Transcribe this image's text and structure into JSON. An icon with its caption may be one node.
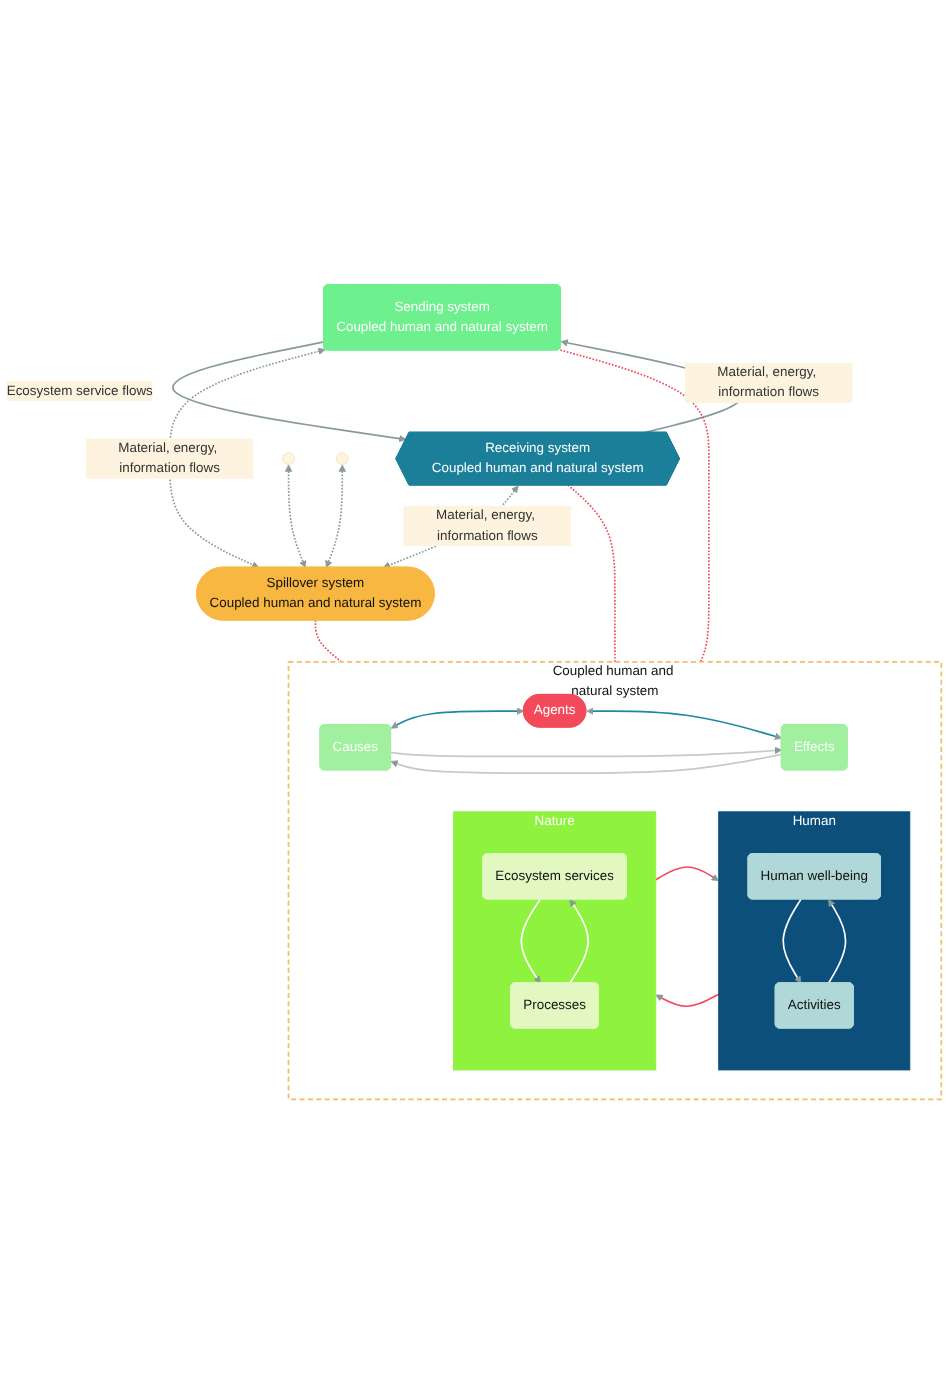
{
  "diagram": {
    "nodes": [
      {
        "text": [
          "Sending system",
          "Coupled human and natural system"
        ]
      },
      {
        "text": [
          "Receiving system",
          "Coupled human and natural system"
        ]
      },
      {
        "text": [
          "Spillover system",
          "Coupled human and natural system"
        ]
      },
      {
        "text": [
          "Coupled human and natural system"
        ]
      },
      {
        "text": [
          "Human"
        ],
        "in": 3
      },
      {
        "text": [
          "Human well-being"
        ],
        "in": 4
      },
      {
        "text": [
          "Activities"
        ],
        "in": 4
      },
      {
        "text": [
          "Causes"
        ],
        "in": 3
      },
      {
        "text": [
          "Agents"
        ],
        "in": 3
      },
      {
        "text": [
          "Effects"
        ],
        "in": 3
      },
      {
        "text": [
          "Nature"
        ],
        "in": 3
      },
      {
        "text": [
          "Ecosystem services"
        ],
        "in": 10
      },
      {
        "text": [
          "Processes"
        ],
        "in": 10
      }
    ],
    "edges": [
      {
        "from": 0,
        "to": 1,
        "arrow": "to",
        "label": "Ecosystem service flows"
      },
      {
        "from": 1,
        "to": 0,
        "arrow": "to",
        "label": "Material, energy, information flows"
      },
      {
        "from": null,
        "to": 2,
        "arrow": "both",
        "style": "dashed"
      },
      {
        "from": null,
        "to": 2,
        "arrow": "both",
        "style": "dashed"
      },
      {
        "from": 0,
        "to": 2,
        "arrow": "both",
        "style": "dashed",
        "label": "Material, energy, information flows"
      },
      {
        "from": 1,
        "to": 2,
        "arrow": "both",
        "style": "dashed",
        "label": "Material, energy, information flows"
      },
      {
        "from": 0,
        "to": 3,
        "arrow": "none",
        "style": "dashed",
        "color": "#f04a5c"
      },
      {
        "from": 1,
        "to": 3,
        "arrow": "none",
        "style": "dashed",
        "color": "#f04a5c"
      },
      {
        "from": 2,
        "to": 3,
        "arrow": "none",
        "style": "dashed",
        "color": "#f04a5c"
      },
      {
        "from": 4,
        "to": 10,
        "arrow": "to",
        "color": "#f04a5c"
      },
      {
        "from": 10,
        "to": 4,
        "arrow": "to",
        "color": "#f04a5c"
      },
      {
        "from": 5,
        "to": 6,
        "arrow": "to",
        "color": "#ffffff"
      },
      {
        "from": 6,
        "to": 5,
        "arrow": "to",
        "color": "#ffffff"
      },
      {
        "from": 7,
        "to": 8,
        "arrow": "both",
        "color": "#1b8aa0"
      },
      {
        "from": 8,
        "to": 9,
        "arrow": "both",
        "color": "#1b8aa0"
      },
      {
        "from": 9,
        "to": 7,
        "arrow": "to",
        "color": "#c8c8c8"
      },
      {
        "from": 7,
        "to": 9,
        "arrow": "to",
        "color": "#c8c8c8"
      },
      {
        "from": 11,
        "to": 12,
        "arrow": "to",
        "color": "#ffffff"
      },
      {
        "from": 12,
        "to": 11,
        "arrow": "to",
        "color": "#ffffff"
      }
    ]
  }
}
